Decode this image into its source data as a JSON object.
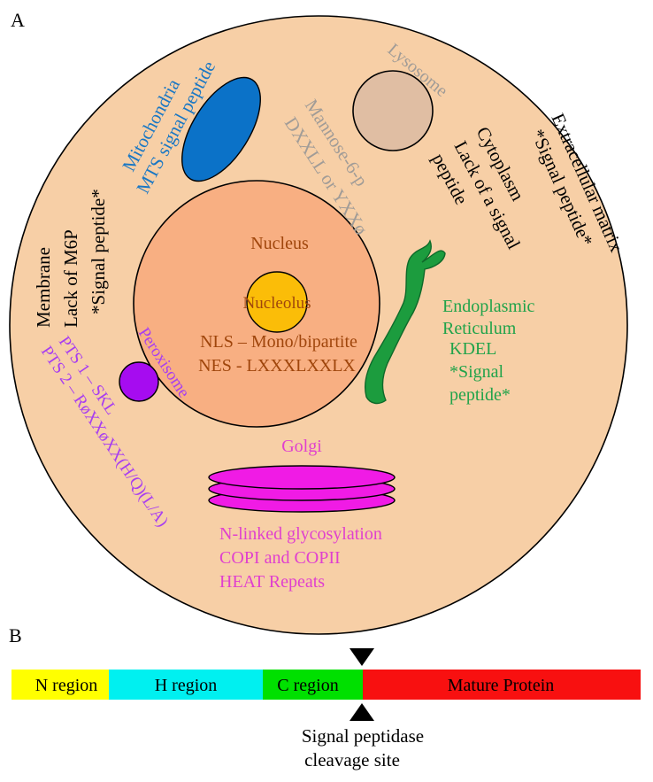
{
  "panel_a": {
    "label": "A",
    "membrane": [
      "Membrane",
      "Lack of M6P",
      "*Signal peptide*"
    ],
    "mitochondria": [
      "Mitochondria",
      "MTS signal peptide"
    ],
    "lysosome": {
      "name": "Lysosome",
      "signal": [
        "Mannose-6-p",
        "DXXLL or YXXø"
      ]
    },
    "cytoplasm": [
      "Cytoplasm",
      "Lack of a signal",
      "peptide"
    ],
    "extracellular": [
      "Extracellular matrix",
      "*Signal peptide*"
    ],
    "nucleus": {
      "name": "Nucleus",
      "nucleolus": "Nucleolus",
      "signals": [
        "NLS – Mono/bipartite",
        "NES - LXXXLXXLX"
      ]
    },
    "er": [
      "Endoplasmic",
      "Reticulum",
      "KDEL",
      "*Signal",
      "peptide*"
    ],
    "peroxisome": {
      "name": "Peroxisome",
      "signals": [
        "PTS 1 – SKL",
        "PTS 2 – RøXXøXX(H/Q)(L/A)"
      ]
    },
    "golgi": {
      "name": "Golgi",
      "signals": [
        "N-linked glycosylation",
        "COPI and COPII",
        "HEAT Repeats"
      ]
    }
  },
  "panel_b": {
    "label": "B",
    "regions": [
      "N region",
      "H region",
      "C region",
      "Mature Protein"
    ],
    "cleavage_label": [
      "Signal peptidase",
      "cleavage site"
    ]
  },
  "colors": {
    "cell": "#f7cfa6",
    "nucleus": "#f8af82",
    "nucleolus": "#fbbd08",
    "mito_fill": "#0b72c8",
    "mito_text": "#1977c4",
    "lysosome_fill": "#e0bea3",
    "lysosome_text": "#a19c97",
    "er_fill": "#1c9c3e",
    "er_text": "#21a34a",
    "nucleus_text": "#a0460c",
    "peroxisome_fill": "#a60cf0",
    "peroxisome_text": "#a83ef0",
    "golgi_fill": "#f01be5",
    "golgi_text": "#e040cf",
    "n_region": "#ffff00",
    "h_region": "#00f0f0",
    "c_region": "#00e000",
    "mature": "#f81010"
  }
}
